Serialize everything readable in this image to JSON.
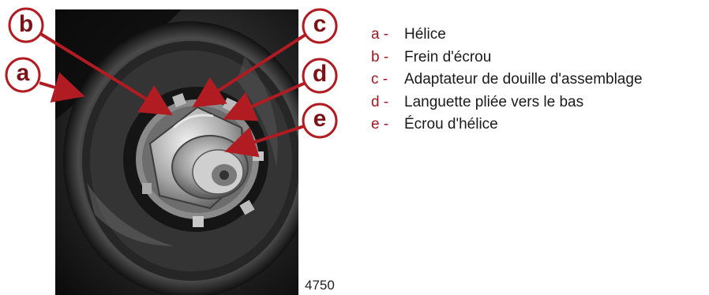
{
  "figure": {
    "number": "4750",
    "colors": {
      "callout": "#a3191f",
      "callout_text": "#7b1418",
      "label_key": "#a3191f"
    },
    "callouts": [
      "a",
      "b",
      "c",
      "d",
      "e"
    ]
  },
  "legend": [
    {
      "key": "a -",
      "text": "Hélice"
    },
    {
      "key": "b -",
      "text": "Frein d'écrou"
    },
    {
      "key": "c -",
      "text": "Adaptateur de douille d'assemblage"
    },
    {
      "key": "d -",
      "text": "Languette pliée vers le bas"
    },
    {
      "key": "e -",
      "text": "Écrou d'hélice"
    }
  ]
}
